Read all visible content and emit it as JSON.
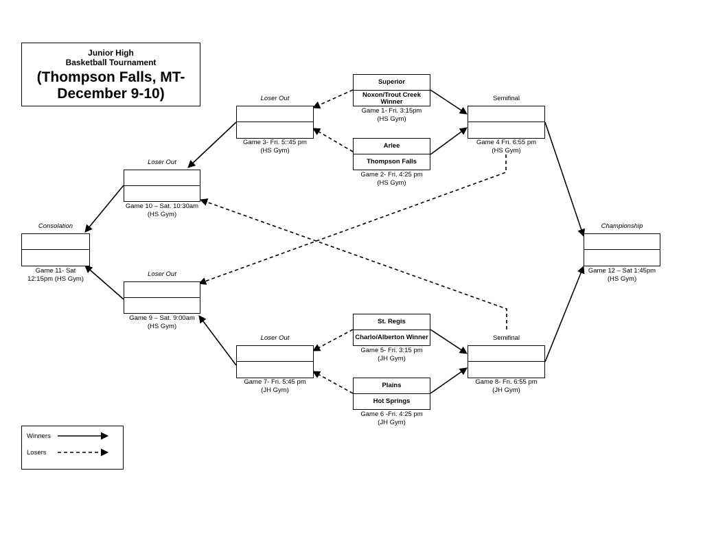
{
  "title": {
    "line1": "Junior High",
    "line2": "Basketball Tournament",
    "line3": "(Thompson Falls, MT-",
    "line4": "December 9-10)"
  },
  "games": {
    "g1": {
      "team_top": "Superior",
      "team_bottom": "Noxon/Trout Creek Winner",
      "caption_line1": "Game 1- Fri. 3:15pm",
      "caption_line2": "(HS Gym)"
    },
    "g2": {
      "team_top": "Arlee",
      "team_bottom": "Thompson Falls",
      "caption_line1": "Game 2- Fri. 4:25 pm",
      "caption_line2": "(HS Gym)"
    },
    "g3": {
      "label": "Loser Out",
      "caption_line1": "Game 3- Fri. 5::45 pm",
      "caption_line2": "(HS Gym)"
    },
    "g4": {
      "label": "Semifinal",
      "caption_line1": "Game 4 Fri. 6:55 pm",
      "caption_line2": "(HS Gym)"
    },
    "g5": {
      "team_top": "St. Regis",
      "team_bottom": "Charlo/Alberton Winner",
      "caption_line1": "Game 5- Fri. 3:15 pm",
      "caption_line2": "(JH Gym)"
    },
    "g6": {
      "team_top": "Plains",
      "team_bottom": "Hot Springs",
      "caption_line1": "Game 6 -Fri. 4:25 pm",
      "caption_line2": "(JH Gym)"
    },
    "g7": {
      "label": "Loser Out",
      "caption_line1": "Game 7- Fri. 5:45 pm",
      "caption_line2": "(JH Gym)"
    },
    "g8": {
      "label": "Semifinal",
      "caption_line1": "Game 8- Fri. 6:55 pm",
      "caption_line2": "(JH Gym)"
    },
    "g9": {
      "label": "Loser Out",
      "caption_line1": "Game 9 – Sat. 9:00am",
      "caption_line2": "(HS Gym)"
    },
    "g10": {
      "label": "Loser Out",
      "caption_line1": "Game 10 – Sat. 10:30am",
      "caption_line2": "(HS Gym)"
    },
    "g11": {
      "label": "Consolation",
      "caption_line1": "Game 11- Sat",
      "caption_line2": "12:15pm (HS Gym)"
    },
    "g12": {
      "label": "Championship",
      "caption_line1": "Game 12 – Sat 1:45pm",
      "caption_line2": "(HS Gym)"
    }
  },
  "legend": {
    "winners": "Winners",
    "losers": "Losers"
  }
}
